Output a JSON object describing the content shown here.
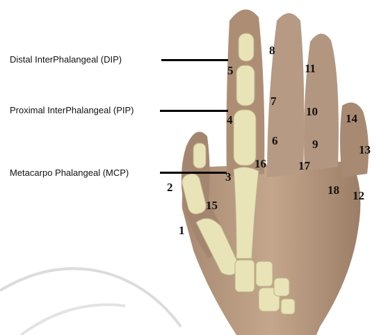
{
  "colors": {
    "background": "#ffffff",
    "skin": "#b89a80",
    "skin_shadow": "#8d6f58",
    "bone": "#e9e3b8",
    "bone_edge": "#b9b184",
    "leader_line": "#000000",
    "text": "#111111",
    "watermark": "#d9d9d9"
  },
  "joint_labels": [
    {
      "id": "dip",
      "text": "Distal InterPhalangeal (DIP)"
    },
    {
      "id": "pip",
      "text": "Proximal InterPhalangeal (PIP)"
    },
    {
      "id": "mcp",
      "text": "Metacarpo Phalangeal (MCP)"
    }
  ],
  "point_numbers": [
    "1",
    "2",
    "3",
    "4",
    "5",
    "6",
    "7",
    "8",
    "9",
    "10",
    "11",
    "12",
    "13",
    "14",
    "15",
    "16",
    "17",
    "18"
  ]
}
